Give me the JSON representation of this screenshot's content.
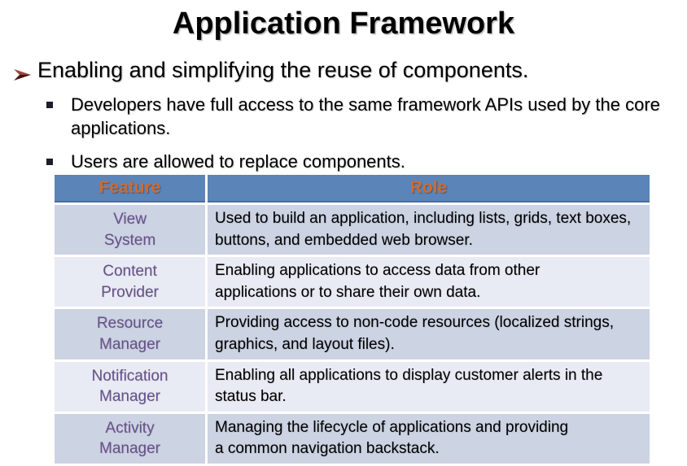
{
  "slide": {
    "title": "Application Framework",
    "bullet": "Enabling and simplifying the reuse of components.",
    "sub_bullets": [
      "Developers have full access to the same framework APIs used by the core applications.",
      "Users are allowed to replace components."
    ]
  },
  "table": {
    "headers": [
      "Feature",
      "Role"
    ],
    "rows": [
      {
        "feature": [
          "View",
          "System"
        ],
        "role": [
          "Used to build an application, including lists, grids, text boxes,",
          "buttons, and embedded web browser."
        ]
      },
      {
        "feature": [
          "Content",
          "Provider"
        ],
        "role": [
          "Enabling applications to access data from other",
          "applications or to share their own data."
        ]
      },
      {
        "feature": [
          "Resource",
          "Manager"
        ],
        "role": [
          "Providing access to non-code resources (localized strings,",
          "graphics, and layout files)."
        ]
      },
      {
        "feature": [
          "Notification",
          "Manager"
        ],
        "role": [
          "Enabling all applications to display customer alerts in the",
          "status bar."
        ]
      },
      {
        "feature": [
          "Activity",
          "Manager"
        ],
        "role": [
          "Managing the lifecycle of applications and providing",
          "a common navigation backstack."
        ]
      }
    ]
  },
  "colors": {
    "header_bg": "#5b84b8",
    "header_text": "#cc6c33",
    "row_odd_bg": "#ccd3e3",
    "row_even_bg": "#e9ebf4",
    "feature_text": "#67518a",
    "arrow_bullet_light": "#9a453a",
    "arrow_bullet_dark": "#451510",
    "square_bullet": "#1c1c2b"
  },
  "icons": {
    "arrow_bullet": "arrow-bullet-icon",
    "square_bullet": "square-bullet-icon"
  }
}
